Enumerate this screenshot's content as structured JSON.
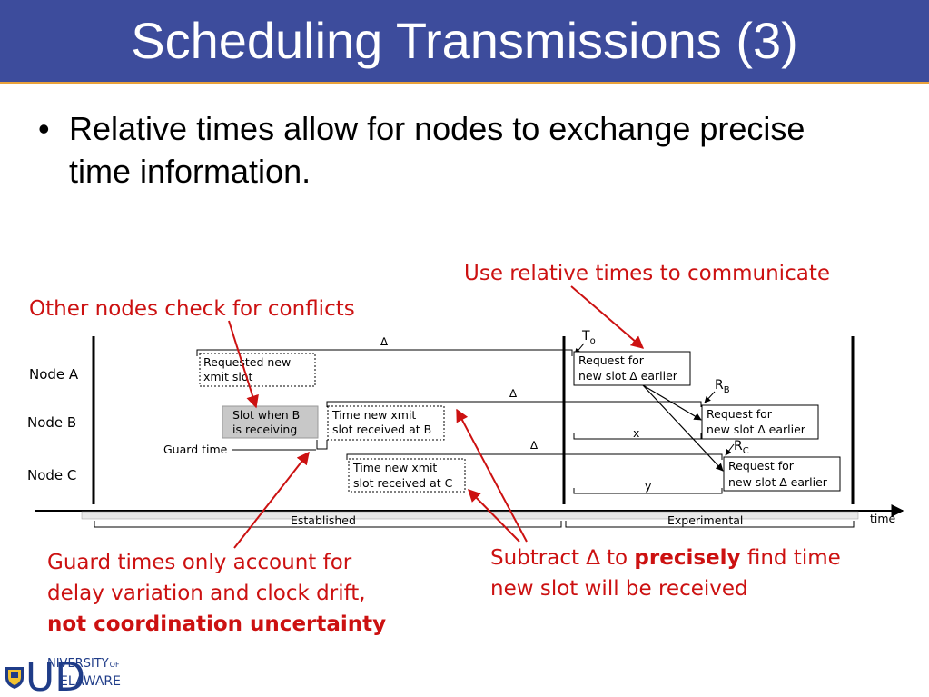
{
  "slide": {
    "title": "Scheduling Transmissions (3)",
    "bullet": "Relative times allow for nodes to exchange precise time information."
  },
  "annotations": {
    "relative": "Use relative times to communicate",
    "conflicts": "Other nodes check for conflicts",
    "guard_line1": "Guard times only account for",
    "guard_line2": "delay variation and clock drift,",
    "guard_line3": "not coordination uncertainty",
    "subtract_pre": "Subtract ∆ to ",
    "subtract_bold": "precisely",
    "subtract_post": " find time",
    "subtract_line2": "new slot will be received"
  },
  "diagram": {
    "nodes": [
      "Node A",
      "Node B",
      "Node C"
    ],
    "delta": "∆",
    "boxes": {
      "requested_l1": "Requested new",
      "requested_l2": "xmit slot",
      "slot_b_l1": "Slot when B",
      "slot_b_l2": "is receiving",
      "time_b_l1": "Time new xmit",
      "time_b_l2": "slot received at B",
      "time_c_l1": "Time new xmit",
      "time_c_l2": "slot received at C",
      "request_l1": "Request for",
      "request_l2": "new slot ∆ earlier"
    },
    "guard_time": "Guard time",
    "to_label": "T",
    "to_sub": "o",
    "rb_label": "R",
    "rb_sub": "B",
    "rc_label": "R",
    "rc_sub": "C",
    "x_label": "x",
    "y_label": "y",
    "established": "Established",
    "experimental": "Experimental",
    "time_label": "time"
  },
  "logo": {
    "univ": "NIVERSITY",
    "of": "OF",
    "elaware": "ELAWARE",
    "initials": "UD"
  },
  "colors": {
    "title_bar": "#3d4c9c",
    "accent_line": "#e9a23b",
    "annotation": "#cc1111",
    "logo_blue": "#1f3c88",
    "logo_gold": "#f2c230"
  }
}
